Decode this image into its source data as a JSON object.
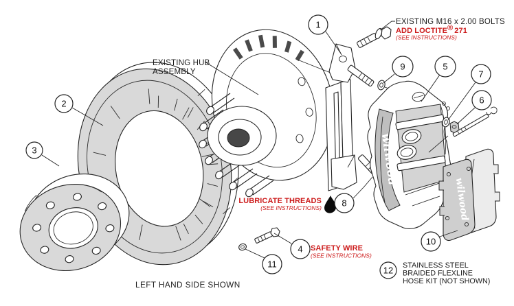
{
  "labels": {
    "m16_bolts": "EXISTING M16 x 2.00 BOLTS",
    "add_loctite": "ADD LOCTITE",
    "registered": "®",
    "loctite_num": "271",
    "see_instructions": "(SEE INSTRUCTIONS)",
    "hub_1": "EXISTING HUB",
    "hub_2": "ASSEMBLY",
    "lubricate_threads": "LUBRICATE THREADS",
    "safety_wire": "SAFETY WIRE",
    "hose_1": "STAINLESS STEEL",
    "hose_2": "BRAIDED FLEXLINE",
    "hose_3": "HOSE KIT (NOT SHOWN)",
    "footer": "LEFT HAND SIDE SHOWN",
    "brand": "wilwood"
  },
  "colors": {
    "annotation_red": "#cc1a1a",
    "line": "#242424",
    "gray_fill": "#d9d9d9",
    "panel_gray": "#bfbfbf"
  },
  "icons": {
    "droplet": "oil-droplet"
  },
  "callouts": [
    {
      "n": "1"
    },
    {
      "n": "2"
    },
    {
      "n": "3"
    },
    {
      "n": "4"
    },
    {
      "n": "5"
    },
    {
      "n": "6"
    },
    {
      "n": "7"
    },
    {
      "n": "8"
    },
    {
      "n": "9"
    },
    {
      "n": "10"
    },
    {
      "n": "11"
    },
    {
      "n": "12"
    }
  ]
}
